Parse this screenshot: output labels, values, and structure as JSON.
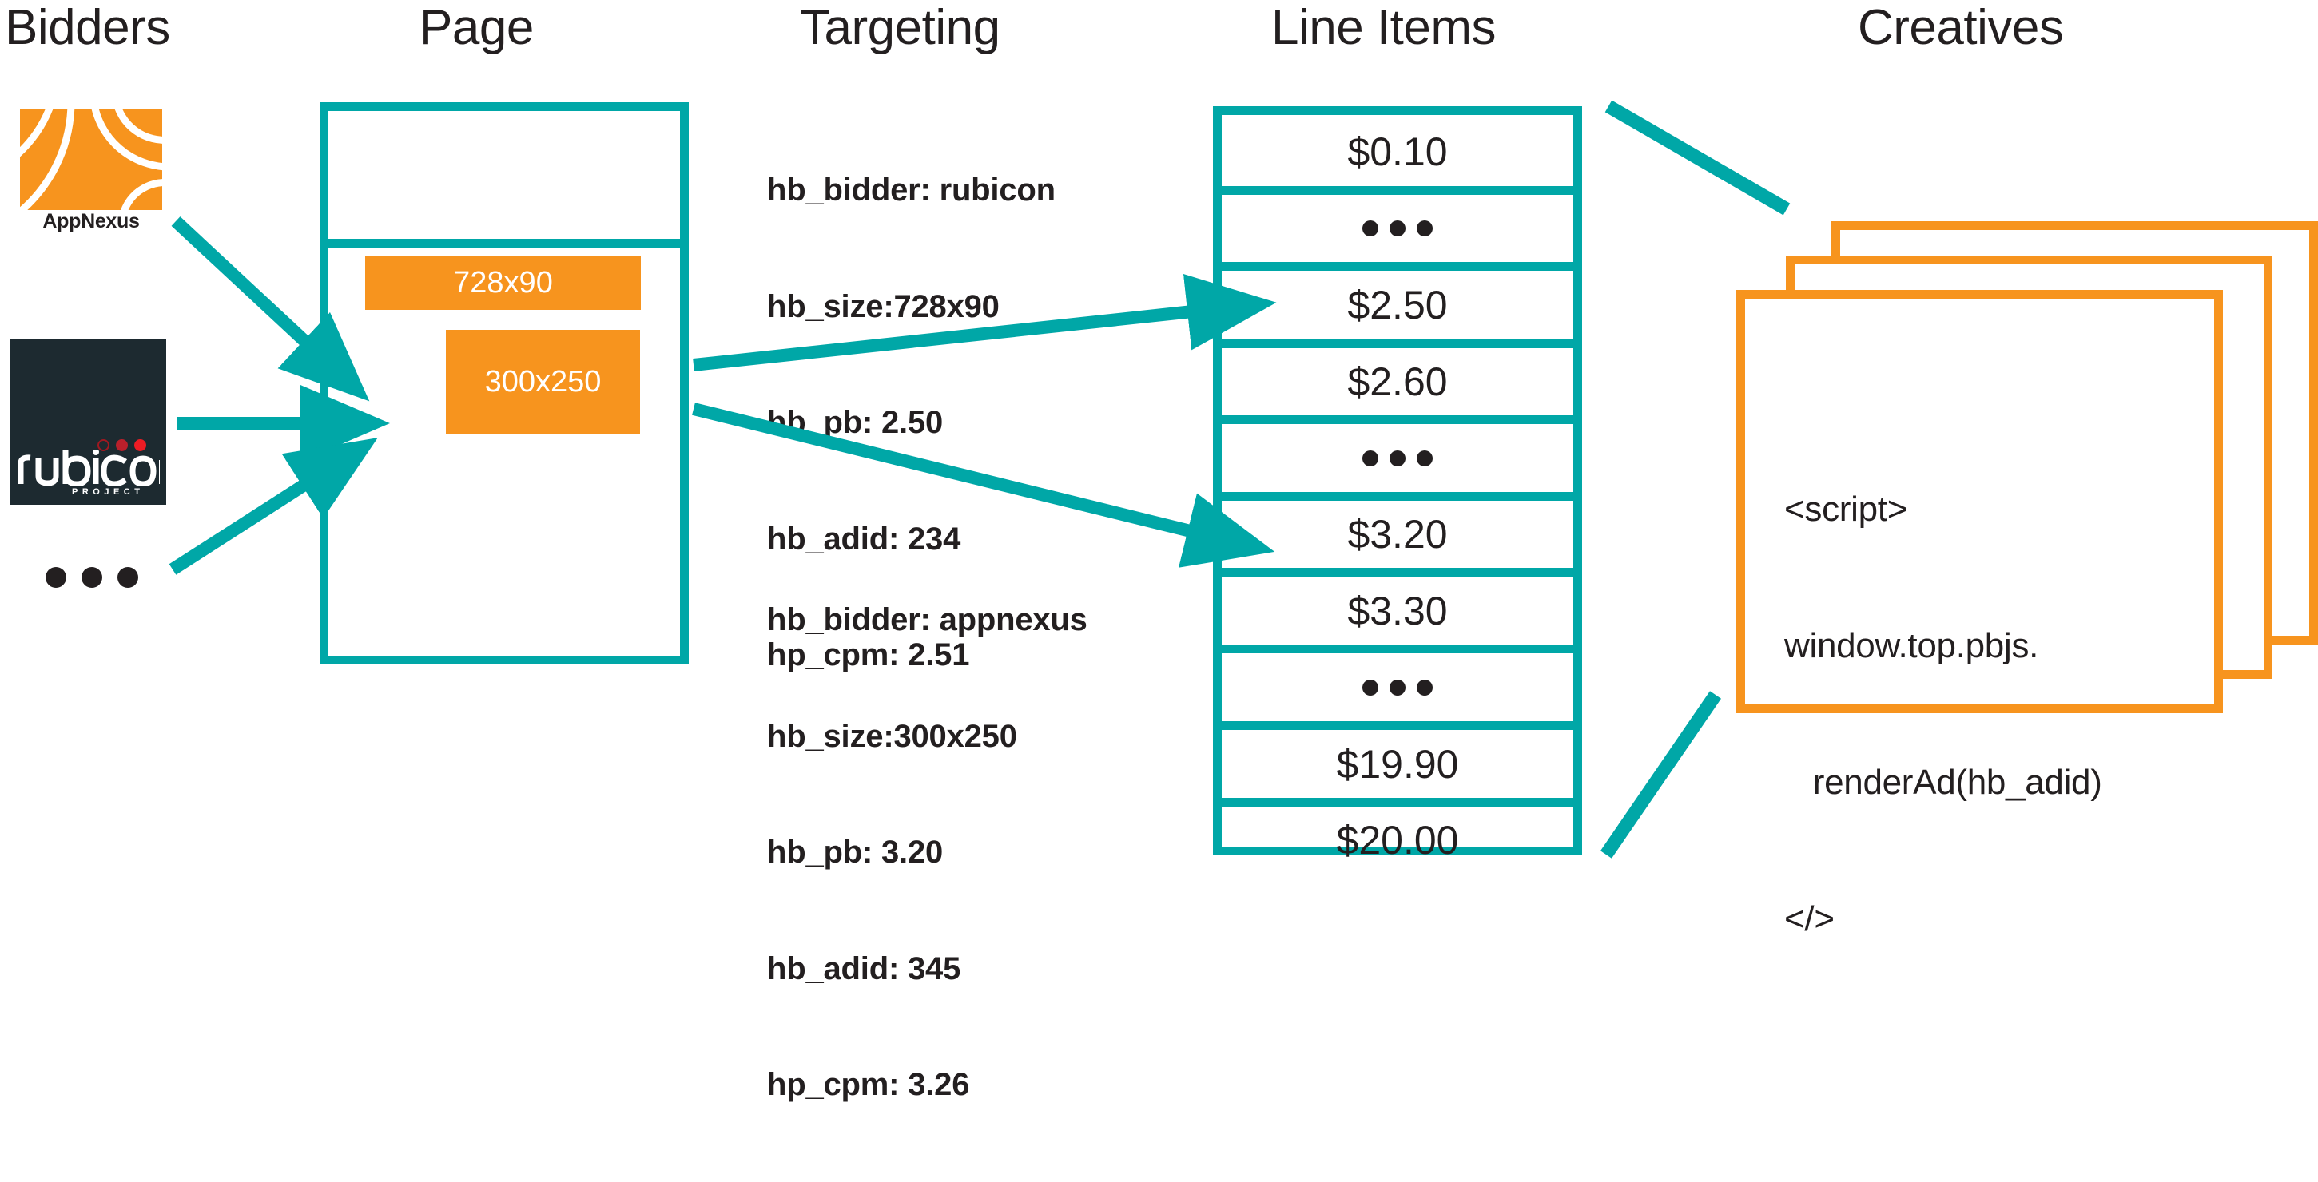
{
  "columns": {
    "bidders": "Bidders",
    "page": "Page",
    "targeting": "Targeting",
    "line_items": "Line Items",
    "creatives": "Creatives"
  },
  "colors": {
    "teal": "#00a7a7",
    "orange": "#f7941e",
    "dark": "#231f20",
    "rubicon_bg": "#1d2a30"
  },
  "bidders": {
    "appnexus": {
      "name": "AppNexus",
      "logo": "appnexus-logo"
    },
    "rubicon": {
      "name": "rubicon",
      "sub": "PROJECT",
      "logo": "rubicon-project-logo"
    },
    "more": "•••"
  },
  "page": {
    "ad_slots": [
      {
        "label": "728x90"
      },
      {
        "label": "300x250"
      }
    ]
  },
  "targeting": {
    "blocks": [
      {
        "id": "targeting-728x90",
        "lines": [
          "hb_bidder: rubicon",
          "hb_size:728x90",
          "hb_pb: 2.50",
          "hb_adid: 234",
          "hp_cpm: 2.51"
        ]
      },
      {
        "id": "targeting-300x250",
        "lines": [
          "hb_bidder: appnexus",
          "hb_size:300x250",
          "hb_pb: 3.20",
          "hb_adid: 345",
          "hp_cpm: 3.26"
        ]
      }
    ]
  },
  "line_items": {
    "rows": [
      {
        "label": "$0.10",
        "type": "value"
      },
      {
        "label": "•••",
        "type": "ellipsis"
      },
      {
        "label": "$2.50",
        "type": "value",
        "highlighted": true
      },
      {
        "label": "$2.60",
        "type": "value"
      },
      {
        "label": "•••",
        "type": "ellipsis"
      },
      {
        "label": "$3.20",
        "type": "value",
        "highlighted": true
      },
      {
        "label": "$3.30",
        "type": "value"
      },
      {
        "label": "•••",
        "type": "ellipsis"
      },
      {
        "label": "$19.90",
        "type": "value"
      },
      {
        "label": "$20.00",
        "type": "value"
      }
    ]
  },
  "creatives": {
    "card_count": 3,
    "code_lines": [
      "<script>",
      "window.top.pbjs.",
      "   renderAd(hb_adid)",
      "</>"
    ]
  }
}
